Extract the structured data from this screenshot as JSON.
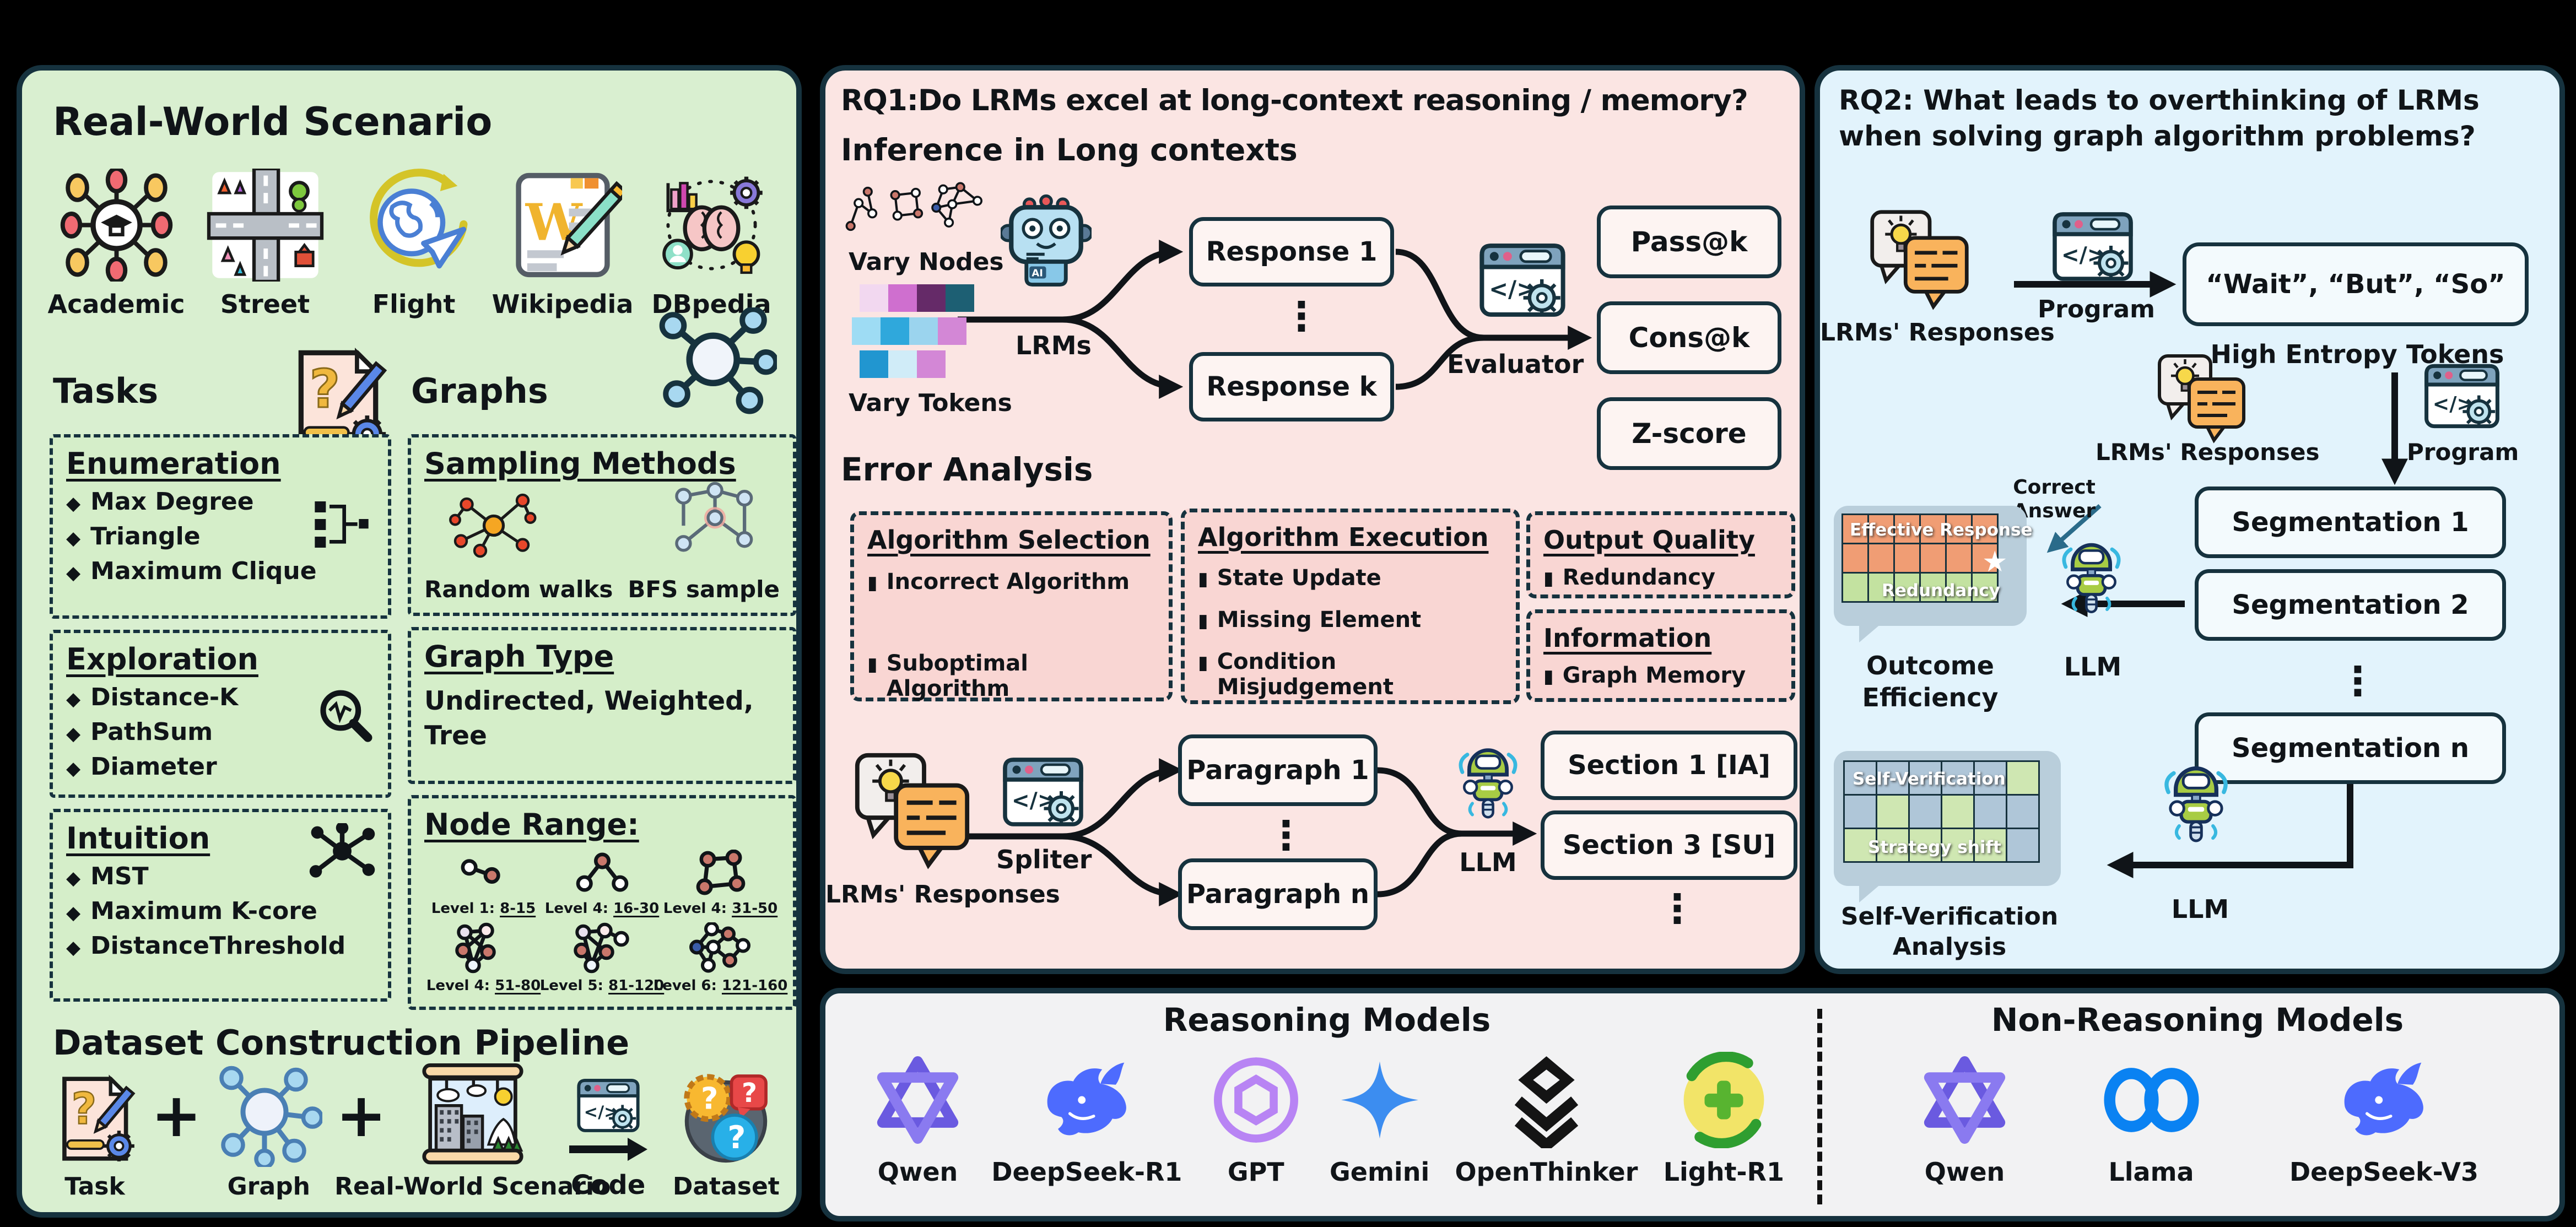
{
  "glyphs": {
    "diamond": "◆",
    "square": "▮",
    "vdots": "⋮",
    "code": "</>",
    "question": "?",
    "w": "W",
    "ai": "AI",
    "star": "★",
    "infinity": "∞"
  },
  "colors": {
    "background": "#000000",
    "outline": "#16323e",
    "left_panel_bg": "#d9efd0",
    "rq1_panel_bg": "#fbe5e3",
    "rq2_panel_bg": "#e2f3fc",
    "models_panel_bg": "#f2f2f3",
    "error_box_bg": "#f9d6d3",
    "light_box_bg": "#fdf4f2",
    "blue_box_bg": "#f3fafd",
    "bubble_bg": "#b9cedb",
    "effective_cell": "#f09d74",
    "redundancy_cell": "#c3e2a0",
    "verification_cell": "#afc6d8",
    "strategy_cell": "#cfe7b2"
  },
  "left_panel": {
    "title": "Real-World Scenario",
    "scenarios": [
      {
        "label": "Academic"
      },
      {
        "label": "Street"
      },
      {
        "label": "Flight"
      },
      {
        "label": "Wikipedia"
      },
      {
        "label": "DBpedia"
      }
    ],
    "tasks": {
      "title": "Tasks",
      "groups": [
        {
          "heading": "Enumeration",
          "items": [
            "Max Degree",
            "Triangle",
            "Maximum Clique"
          ]
        },
        {
          "heading": "Exploration",
          "items": [
            "Distance-K",
            "PathSum",
            "Diameter"
          ]
        },
        {
          "heading": "Intuition",
          "items": [
            "MST",
            "Maximum K-core",
            "DistanceThreshold"
          ]
        }
      ]
    },
    "graphs": {
      "title": "Graphs",
      "sampling": {
        "heading": "Sampling Methods",
        "methods": [
          "Random walks",
          "BFS sample"
        ]
      },
      "graph_type": {
        "heading": "Graph Type",
        "value": "Undirected, Weighted, Tree"
      },
      "node_range": {
        "heading": "Node Range:",
        "levels": [
          {
            "label": "Level 1:",
            "range": "8-15"
          },
          {
            "label": "Level 4:",
            "range": "16-30"
          },
          {
            "label": "Level 4:",
            "range": "31-50"
          },
          {
            "label": "Level 4:",
            "range": "51-80"
          },
          {
            "label": "Level 5:",
            "range": "81-120"
          },
          {
            "label": "Level 6:",
            "range": "121-160"
          }
        ]
      }
    },
    "pipeline": {
      "title": "Dataset Construction Pipeline",
      "plus": "+",
      "arrow_label": "Code",
      "steps": [
        "Task",
        "Graph",
        "Real-World Scenario",
        "Dataset"
      ]
    }
  },
  "rq1_panel": {
    "title": "RQ1:Do LRMs excel at long-context reasoning / memory?",
    "inference": {
      "heading": "Inference in Long contexts",
      "vary_nodes": "Vary Nodes",
      "vary_tokens": "Vary Tokens",
      "lrms": "LRMs",
      "response_1": "Response 1",
      "response_k": "Response k",
      "evaluator": "Evaluator",
      "metrics": [
        "Pass@k",
        "Cons@k",
        "Z-score"
      ],
      "token_rows": [
        [
          "#f2d8f0",
          "#cf6fcf",
          "#652a68",
          "#1d5f73"
        ],
        [
          "#9edcf4",
          "#2fa8dc",
          "#9bd4ee",
          "#d387d6"
        ],
        [
          "#2196d0",
          "#d0ecf8",
          "#d387d6"
        ]
      ]
    },
    "error_analysis": {
      "heading": "Error Analysis",
      "boxes": [
        {
          "heading": "Algorithm Selection",
          "items": [
            "Incorrect Algorithm",
            "Suboptimal Algorithm"
          ]
        },
        {
          "heading": "Algorithm Execution",
          "items": [
            "State Update",
            "Missing Element",
            "Condition Misjudgement"
          ]
        },
        {
          "heading": "Output Quality",
          "items": [
            "Redundancy"
          ]
        },
        {
          "heading": "Information",
          "items": [
            "Graph Memory"
          ]
        }
      ]
    },
    "splitting": {
      "lrms_responses": "LRMs' Responses",
      "spliter": "Spliter",
      "paragraph_1": "Paragraph 1",
      "paragraph_n": "Paragraph n",
      "llm": "LLM",
      "section_1": "Section 1 [IA]",
      "section_3": "Section 3 [SU]"
    }
  },
  "rq2_panel": {
    "title_line1": "RQ2: What leads to overthinking of LRMs",
    "title_line2": "when solving graph algorithm problems?",
    "entropy": {
      "lrms_responses": "LRMs' Responses",
      "program": "Program",
      "tokens": "“Wait”, “But”, “So”",
      "caption": "High Entropy Tokens"
    },
    "segmentation": {
      "lrms_responses": "LRMs' Responses",
      "program": "Program",
      "seg_1": "Segmentation 1",
      "seg_2": "Segmentation 2",
      "seg_n": "Segmentation n",
      "llm": "LLM",
      "correct_answer_line1": "Correct",
      "correct_answer_line2": "Answer",
      "effective_response": "Effective Response",
      "redundancy": "Redundancy",
      "outcome_line1": "Outcome",
      "outcome_line2": "Efficiency",
      "outcome_rows": [
        [
          "#f09d74",
          "#f09d74",
          "#f09d74",
          "#f09d74",
          "#f09d74",
          "#f09d74"
        ],
        [
          "#f09d74",
          "#f09d74",
          "#f09d74",
          "#f09d74",
          "#f09d74",
          "#f09d74"
        ],
        [
          "#c3e2a0",
          "#c3e2a0",
          "#c3e2a0",
          "#c3e2a0",
          "#c3e2a0",
          "#c3e2a0"
        ]
      ]
    },
    "self_verification": {
      "llm": "LLM",
      "grid_label_top": "Self-Verification",
      "grid_label_bottom": "Strategy shift",
      "caption_line1": "Self-Verification",
      "caption_line2": "Analysis",
      "rows": [
        [
          "#afc6d8",
          "#afc6d8",
          "#afc6d8",
          "#afc6d8",
          "#afc6d8",
          "#cfe7b2"
        ],
        [
          "#afc6d8",
          "#cfe7b2",
          "#afc6d8",
          "#cfe7b2",
          "#afc6d8",
          "#afc6d8"
        ],
        [
          "#cfe7b2",
          "#cfe7b2",
          "#cfe7b2",
          "#cfe7b2",
          "#cfe7b2",
          "#afc6d8"
        ]
      ]
    }
  },
  "models_panel": {
    "reasoning": {
      "title": "Reasoning Models",
      "models": [
        {
          "name": "Qwen"
        },
        {
          "name": "DeepSeek-R1"
        },
        {
          "name": "GPT"
        },
        {
          "name": "Gemini"
        },
        {
          "name": "OpenThinker"
        },
        {
          "name": "Light-R1"
        }
      ]
    },
    "non_reasoning": {
      "title": "Non-Reasoning Models",
      "models": [
        {
          "name": "Qwen"
        },
        {
          "name": "Llama"
        },
        {
          "name": "DeepSeek-V3"
        }
      ]
    }
  }
}
